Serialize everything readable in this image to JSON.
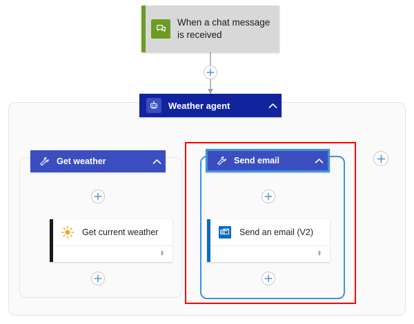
{
  "diagram": {
    "type": "workflow-designer-canvas",
    "app": "Power Automate cloud flow designer",
    "background": "#ffffff"
  },
  "colors": {
    "trigger_accent": "#6b9c25",
    "trigger_background": "#d8d8d8",
    "agent_header": "#12239e",
    "tool_header": "#3b4ec0",
    "selection_blue": "#3b92e0",
    "annotation_red": "#ff0000",
    "outlook_blue": "#0f6cbd",
    "weather_orange": "#f7a11a",
    "plus_blue": "#4a90d9",
    "container_border": "#e3e3e3"
  },
  "trigger": {
    "label": "When a chat message is received",
    "icon": "teams-chat-icon",
    "accent": "#6b9c25"
  },
  "agent": {
    "label": "Weather agent",
    "icon": "agent-robot-icon",
    "collapse_icon": "chevron-up-icon",
    "add_tool_button": "add-tool-plus-button"
  },
  "tools": [
    {
      "id": "get-weather",
      "label": "Get weather",
      "icon": "wrench-icon",
      "collapse_icon": "chevron-up-icon",
      "selected": false,
      "action": {
        "label": "Get current weather",
        "icon": "msn-weather-sun-icon",
        "accent": "#1b1a19",
        "footer_icon": "connection-link-icon"
      }
    },
    {
      "id": "send-email",
      "label": "Send email",
      "icon": "wrench-icon",
      "collapse_icon": "chevron-up-icon",
      "selected": true,
      "action": {
        "label": "Send an email (V2)",
        "icon": "outlook-icon",
        "accent": "#0f6cbd",
        "footer_icon": "connection-link-icon"
      }
    }
  ],
  "plus_buttons": [
    {
      "id": "plus-trigger-to-agent",
      "label": "+"
    },
    {
      "id": "plus-get-weather-above-action",
      "label": "+"
    },
    {
      "id": "plus-get-weather-below-action",
      "label": "+"
    },
    {
      "id": "plus-send-email-above-action",
      "label": "+"
    },
    {
      "id": "plus-send-email-below-action",
      "label": "+"
    },
    {
      "id": "plus-add-tool",
      "label": "+"
    }
  ],
  "annotation": {
    "shape": "rectangle",
    "color": "#ff0000",
    "highlights": "send-email-tool-group"
  }
}
